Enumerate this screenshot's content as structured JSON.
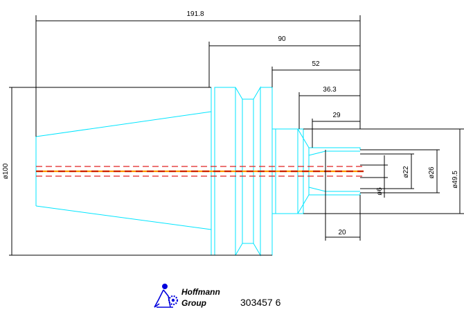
{
  "dimensions": {
    "overall_length": "191.8",
    "length_90": "90",
    "length_52": "52",
    "length_36_3": "36.3",
    "length_29": "29",
    "dia_100": "ø100",
    "dia_49_5": "ø49.5",
    "dia_26": "ø26",
    "dia_22": "ø22",
    "dia_6": "ø6",
    "bore_depth_20": "20"
  },
  "logo": {
    "line1": "Hoffmann",
    "line2": "Group"
  },
  "part_number": "303457 6",
  "colors": {
    "outline": "#00e5ff",
    "dimension": "#000000",
    "centerline_red": "#e02020",
    "centerline_orange": "#ff9900",
    "brand": "#0000dd"
  }
}
